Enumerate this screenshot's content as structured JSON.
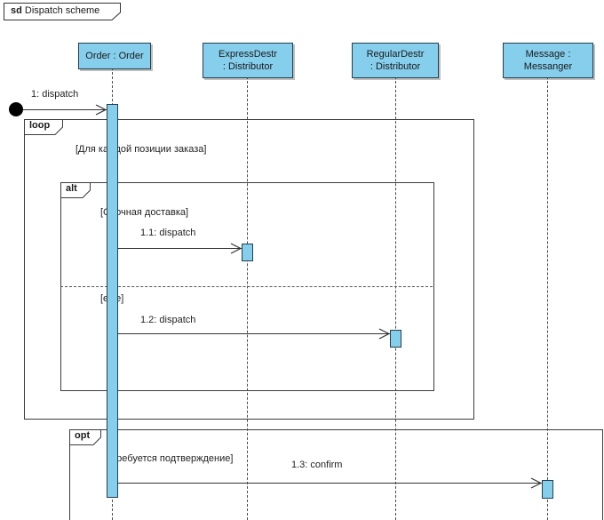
{
  "title": {
    "keyword": "sd",
    "name": "Dispatch scheme"
  },
  "lifelines": [
    {
      "id": "order",
      "line1": "Order : Order",
      "line2": ""
    },
    {
      "id": "express",
      "line1": "ExpressDestr",
      "line2": ": Distributor"
    },
    {
      "id": "regular",
      "line1": "RegularDestr",
      "line2": ": Distributor"
    },
    {
      "id": "message",
      "line1": "Message :",
      "line2": "Messanger"
    }
  ],
  "fragments": {
    "loop": {
      "operator": "loop",
      "guard": "[Для каждой позиции заказа]"
    },
    "alt": {
      "operator": "alt",
      "guard_if": "[Срочная доставка]",
      "guard_else": "[else]"
    },
    "opt": {
      "operator": "opt",
      "guard": "[Требуется подтверждение]"
    }
  },
  "messages": [
    {
      "label": "1: dispatch"
    },
    {
      "label": "1.1: dispatch"
    },
    {
      "label": "1.2: dispatch"
    },
    {
      "label": "1.3: confirm"
    }
  ],
  "colors": {
    "element_fill": "#85CEEC",
    "element_border": "#24404e",
    "frame_border": "#3c3c3c",
    "line": "#333333"
  }
}
